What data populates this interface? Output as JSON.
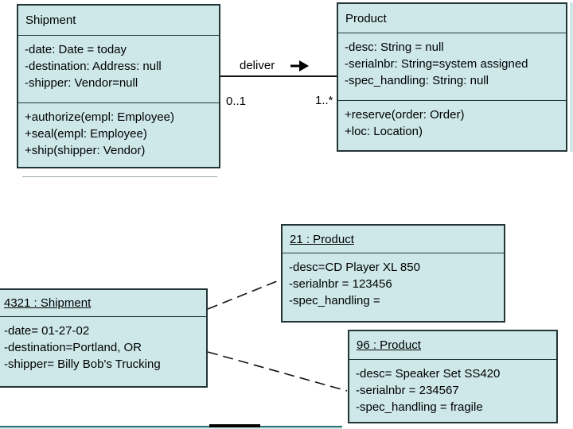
{
  "diagram": {
    "kind": "uml-class-and-object-diagram",
    "colors": {
      "box_fill": "#cee8ea",
      "box_border": "#243536",
      "line": "#111111",
      "background": "#ffffff"
    },
    "classes": [
      {
        "title": "Shipment",
        "attributes": [
          "-date: Date = today",
          "-destination: Address: null",
          "-shipper: Vendor=null"
        ],
        "operations": [
          "+authorize(empl: Employee)",
          "+seal(empl: Employee)",
          "+ship(shipper: Vendor)"
        ]
      },
      {
        "title": "Product",
        "attributes": [
          "-desc: String = null",
          "-serialnbr: String=system assigned",
          "-spec_handling: String: null"
        ],
        "operations": [
          "+reserve(order: Order)",
          "+loc: Location)"
        ]
      }
    ],
    "association": {
      "label": "deliver",
      "direction": "right",
      "multiplicity_source": "0..1",
      "multiplicity_target": "1..*"
    },
    "objects": [
      {
        "title": "4321 : Shipment",
        "attributes": [
          "-date= 01-27-02",
          "-destination=Portland, OR",
          "-shipper= Billy Bob's Trucking"
        ]
      },
      {
        "title": "21 : Product",
        "attributes": [
          "-desc=CD Player XL 850",
          "-serialnbr = 123456",
          "-spec_handling ="
        ]
      },
      {
        "title": "96 : Product",
        "attributes": [
          "-desc= Speaker Set SS420",
          "-serialnbr = 234567",
          "-spec_handling = fragile"
        ]
      }
    ]
  }
}
